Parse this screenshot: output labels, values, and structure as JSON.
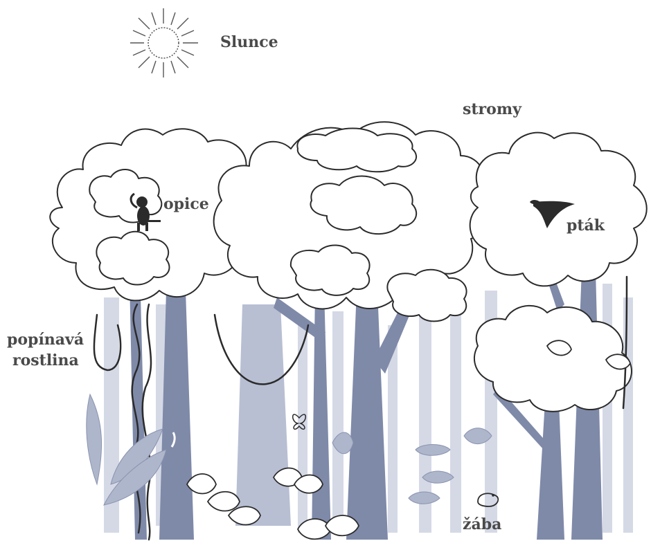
{
  "labels": {
    "sun": "Slunce",
    "trees": "stromy",
    "monkey": "opice",
    "bird": "pták",
    "vine_line1": "popínavá",
    "vine_line2": "rostlina",
    "frog": "žába"
  },
  "icons": [
    "sun-icon",
    "monkey-icon",
    "bird-icon",
    "frog-icon",
    "butterfly-icon",
    "lizard-icon"
  ],
  "colors": {
    "trunk": "#7f8aa9",
    "trunk_pale": "#d5d9e6",
    "label_text": "#4a4a4a",
    "outline": "#2b2b2b"
  }
}
